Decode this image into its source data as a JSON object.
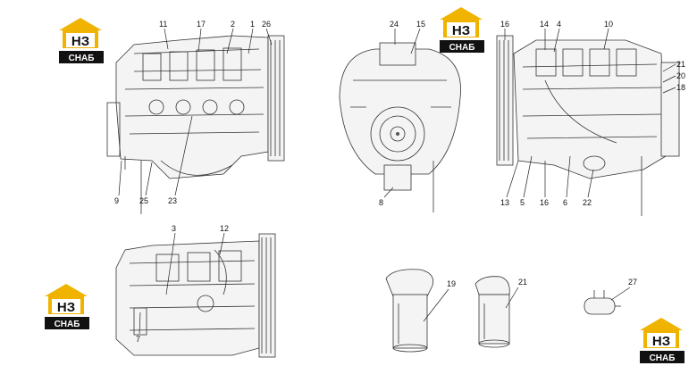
{
  "logo": {
    "mark": "НЗ",
    "caption": "СНАБ",
    "colors": {
      "roof": "#f0b400",
      "box": "#111111",
      "text": "#ffffff"
    }
  },
  "callouts": {
    "view1": [
      "11",
      "17",
      "2",
      "1",
      "26",
      "9",
      "25",
      "23"
    ],
    "view2": [
      "24",
      "15",
      "8"
    ],
    "view3": [
      "16",
      "14",
      "4",
      "10",
      "21",
      "20",
      "18",
      "13",
      "5",
      "6",
      "22"
    ],
    "view4": [
      "3",
      "12",
      "7"
    ],
    "parts": [
      "19",
      "21",
      "27"
    ]
  }
}
